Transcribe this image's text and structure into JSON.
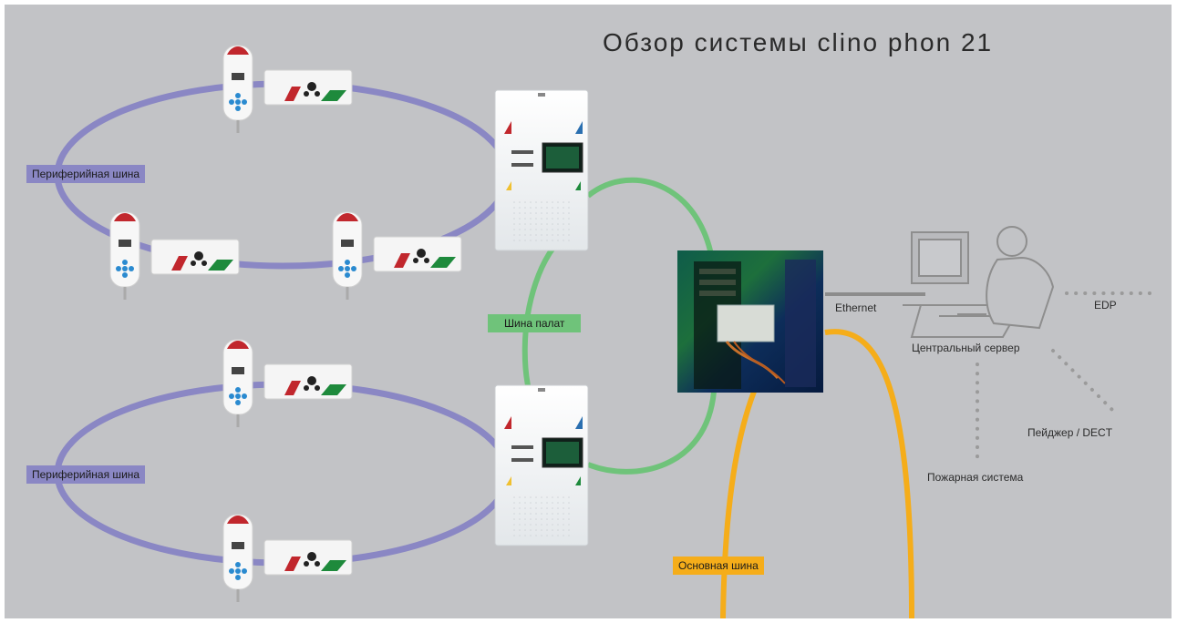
{
  "title": "Обзор системы clino phon 21",
  "labels": {
    "peripheral_bus_top": "Периферийная шина",
    "peripheral_bus_bottom": "Периферийная шина",
    "ward_bus": "Шина палат",
    "main_bus": "Основная шина",
    "ethernet": "Ethernet",
    "central_server": "Центральный сервер",
    "edp": "EDP",
    "pager_dect": "Пейджер / DECT",
    "fire_system": "Пожарная система"
  },
  "colors": {
    "background": "#c2c3c6",
    "peripheral_bus": "#8a87c4",
    "ward_bus": "#6fc37a",
    "main_bus": "#f5ad1a",
    "ethernet": "#8c8c8c"
  }
}
